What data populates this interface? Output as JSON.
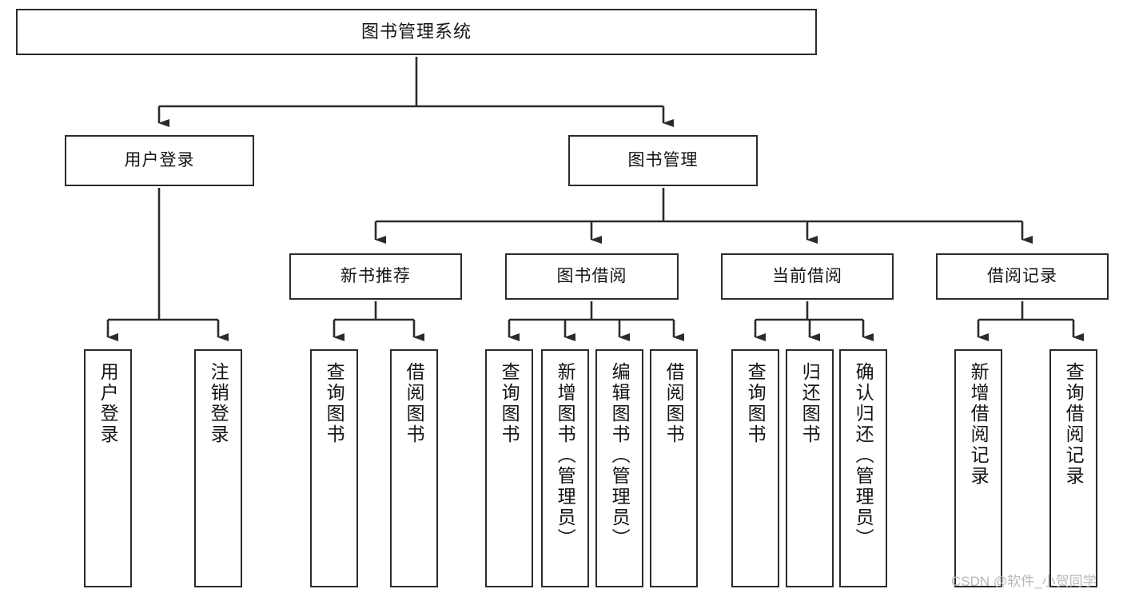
{
  "diagram": {
    "type": "tree-hierarchy",
    "title": "图书管理系统",
    "orientation": "top-down",
    "colors": {
      "box_border": "#2b2b2b",
      "box_fill": "#ffffff",
      "connector": "#2b2b2b",
      "text": "#141414",
      "watermark": "#b8b8b8",
      "background": "#ffffff"
    },
    "levels": {
      "root": "图书管理系统",
      "level1": [
        "用户登录",
        "图书管理"
      ],
      "level2": [
        "新书推荐",
        "图书借阅",
        "当前借阅",
        "借阅记录"
      ]
    },
    "nodes": {
      "root": {
        "label": "图书管理系统"
      },
      "user_login": {
        "label": "用户登录"
      },
      "book_manage": {
        "label": "图书管理"
      },
      "new_book_rec": {
        "label": "新书推荐"
      },
      "book_borrow": {
        "label": "图书借阅"
      },
      "current_borrow": {
        "label": "当前借阅"
      },
      "borrow_record": {
        "label": "借阅记录"
      },
      "leaf_user_login": {
        "label": "用户登录"
      },
      "leaf_logout": {
        "label": "注销登录"
      },
      "leaf_query_book_1": {
        "label": "查询图书"
      },
      "leaf_borrow_book_1": {
        "label": "借阅图书"
      },
      "leaf_query_book_2": {
        "label": "查询图书"
      },
      "leaf_add_book": {
        "label": "新增图书（管理员）"
      },
      "leaf_edit_book": {
        "label": "编辑图书（管理员）"
      },
      "leaf_borrow_book_2": {
        "label": "借阅图书"
      },
      "leaf_query_book_3": {
        "label": "查询图书"
      },
      "leaf_return_book": {
        "label": "归还图书"
      },
      "leaf_confirm_return": {
        "label": "确认归还（管理员）"
      },
      "leaf_add_record": {
        "label": "新增借阅记录"
      },
      "leaf_query_record": {
        "label": "查询借阅记录"
      }
    },
    "edges": [
      {
        "from": "root",
        "to": "user_login"
      },
      {
        "from": "root",
        "to": "book_manage"
      },
      {
        "from": "user_login",
        "to": "leaf_user_login"
      },
      {
        "from": "user_login",
        "to": "leaf_logout"
      },
      {
        "from": "book_manage",
        "to": "new_book_rec"
      },
      {
        "from": "book_manage",
        "to": "book_borrow"
      },
      {
        "from": "book_manage",
        "to": "current_borrow"
      },
      {
        "from": "book_manage",
        "to": "borrow_record"
      },
      {
        "from": "new_book_rec",
        "to": "leaf_query_book_1"
      },
      {
        "from": "new_book_rec",
        "to": "leaf_borrow_book_1"
      },
      {
        "from": "book_borrow",
        "to": "leaf_query_book_2"
      },
      {
        "from": "book_borrow",
        "to": "leaf_add_book"
      },
      {
        "from": "book_borrow",
        "to": "leaf_edit_book"
      },
      {
        "from": "book_borrow",
        "to": "leaf_borrow_book_2"
      },
      {
        "from": "current_borrow",
        "to": "leaf_query_book_3"
      },
      {
        "from": "current_borrow",
        "to": "leaf_return_book"
      },
      {
        "from": "current_borrow",
        "to": "leaf_confirm_return"
      },
      {
        "from": "borrow_record",
        "to": "leaf_add_record"
      },
      {
        "from": "borrow_record",
        "to": "leaf_query_record"
      }
    ]
  },
  "watermark": {
    "text": "CSDN @软件_小贺同学"
  }
}
